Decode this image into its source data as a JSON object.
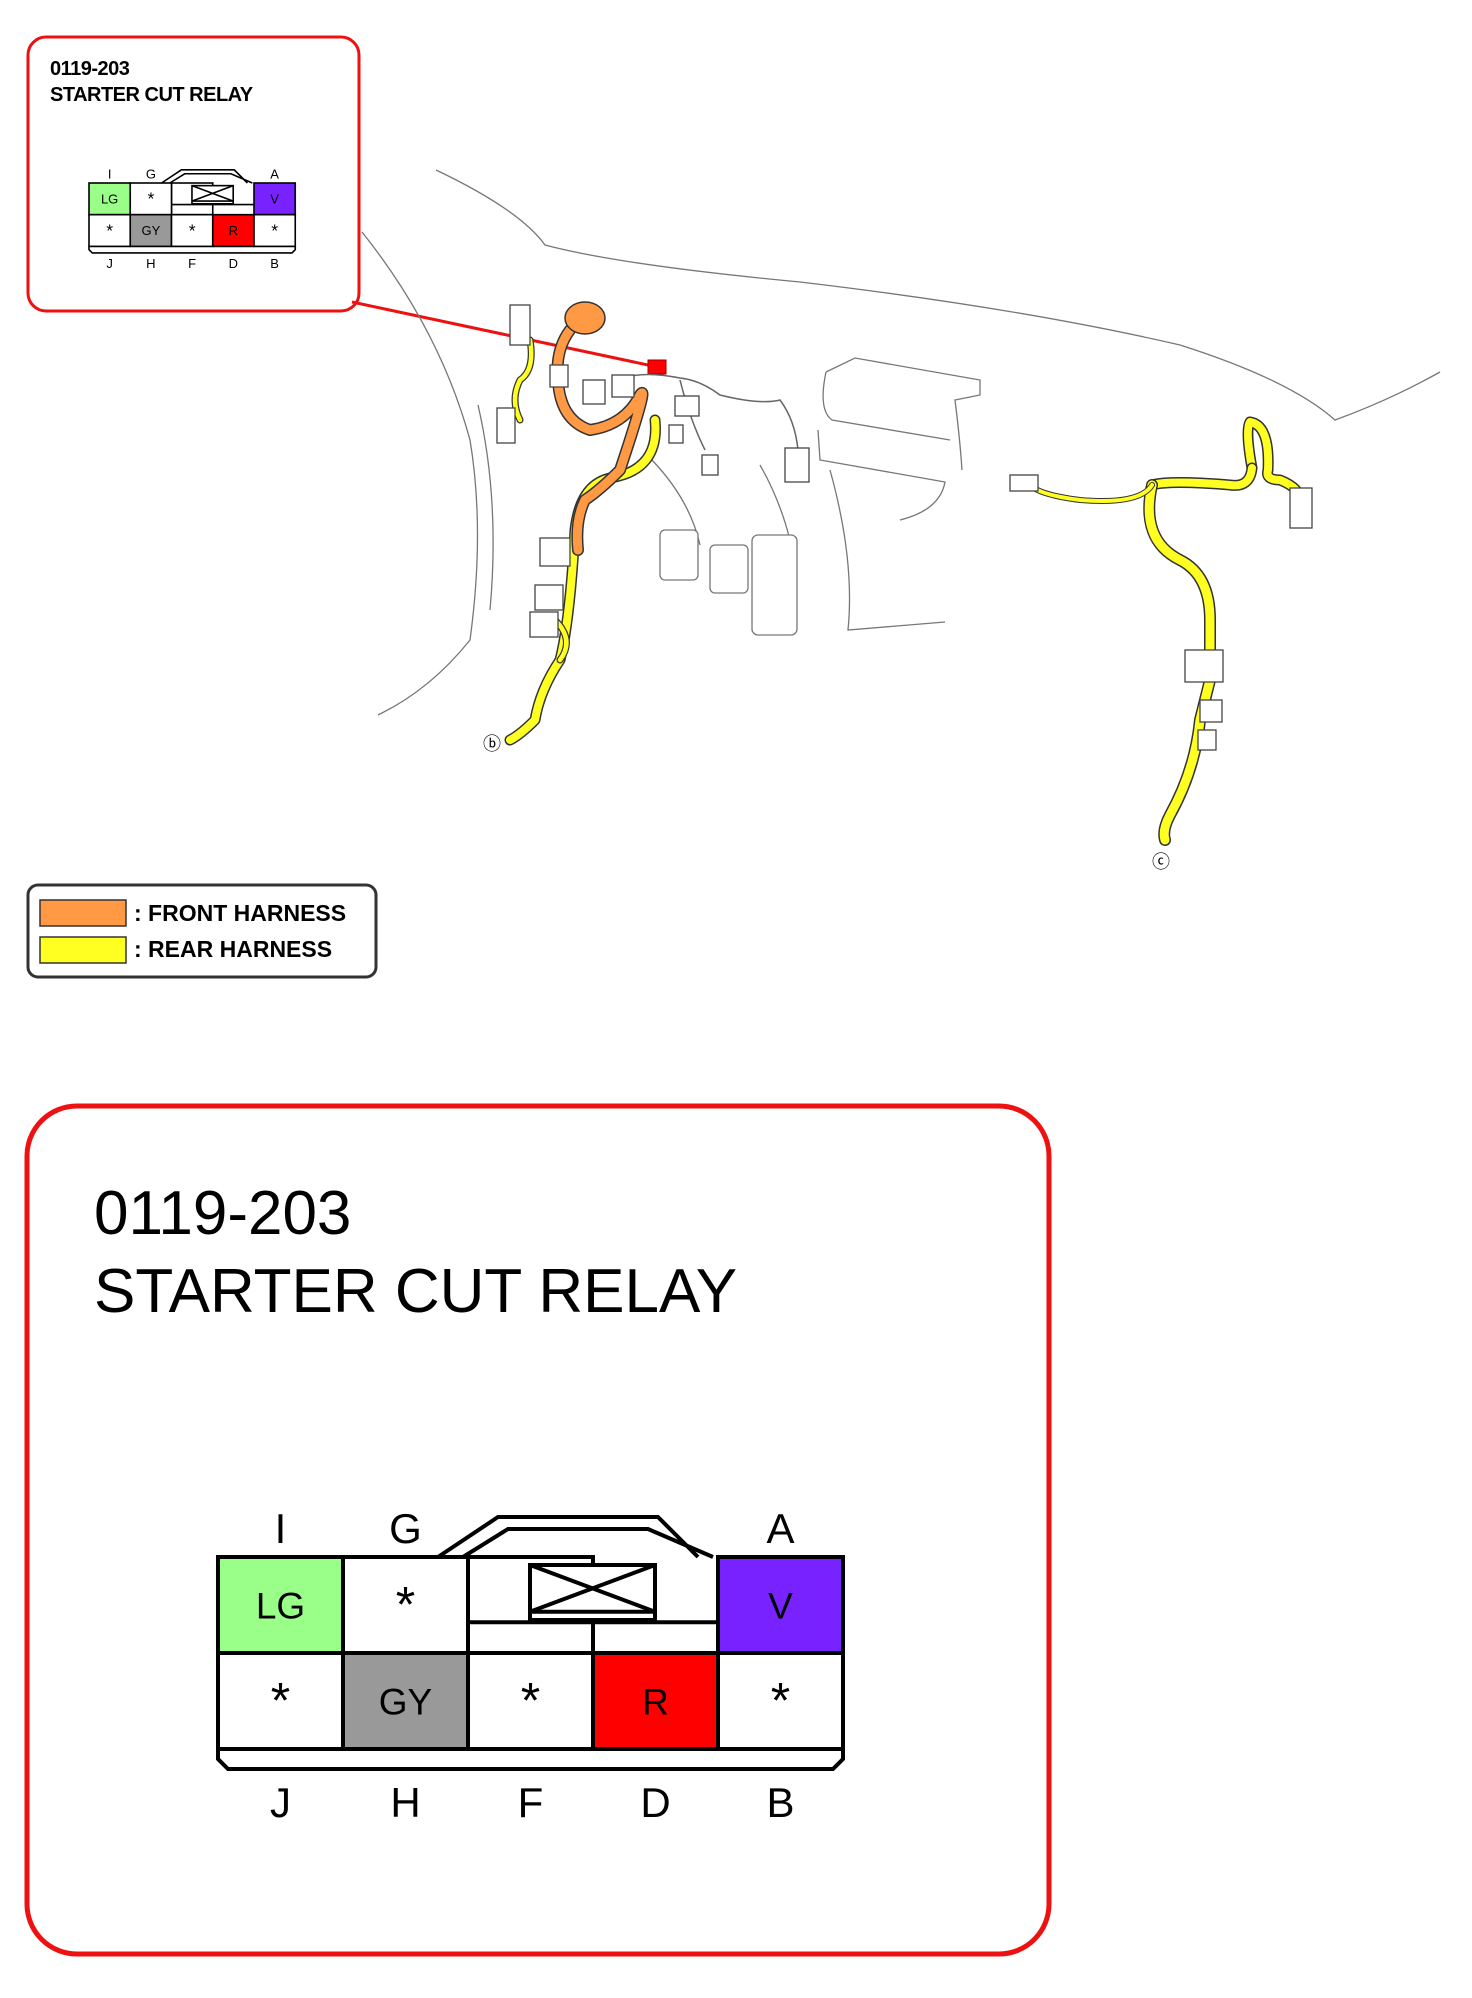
{
  "connector": {
    "code": "0119-203",
    "name": "STARTER CUT RELAY",
    "pins": [
      {
        "pin": "I",
        "wire": "LG",
        "row": "top",
        "col": 0
      },
      {
        "pin": "G",
        "wire": "*",
        "row": "top",
        "col": 1
      },
      {
        "pin": "A",
        "wire": "V",
        "row": "top",
        "col": 4
      },
      {
        "pin": "J",
        "wire": "*",
        "row": "bottom",
        "col": 0
      },
      {
        "pin": "H",
        "wire": "GY",
        "row": "bottom",
        "col": 1
      },
      {
        "pin": "F",
        "wire": "*",
        "row": "bottom",
        "col": 2
      },
      {
        "pin": "D",
        "wire": "R",
        "row": "bottom",
        "col": 3
      },
      {
        "pin": "B",
        "wire": "*",
        "row": "bottom",
        "col": 4
      }
    ]
  },
  "wire_colors": {
    "LG": "#99ff88",
    "GY": "#999999",
    "V": "#7722ff",
    "R": "#ff0000",
    "*": "#ffffff"
  },
  "legend": [
    {
      "label": ": FRONT HARNESS",
      "color": "#ff9944"
    },
    {
      "label": ": REAR HARNESS",
      "color": "#ffff22"
    }
  ],
  "callouts": [
    {
      "symbol": "ⓑ"
    },
    {
      "symbol": "ⓒ"
    }
  ],
  "highlight_color": "#ff0000"
}
